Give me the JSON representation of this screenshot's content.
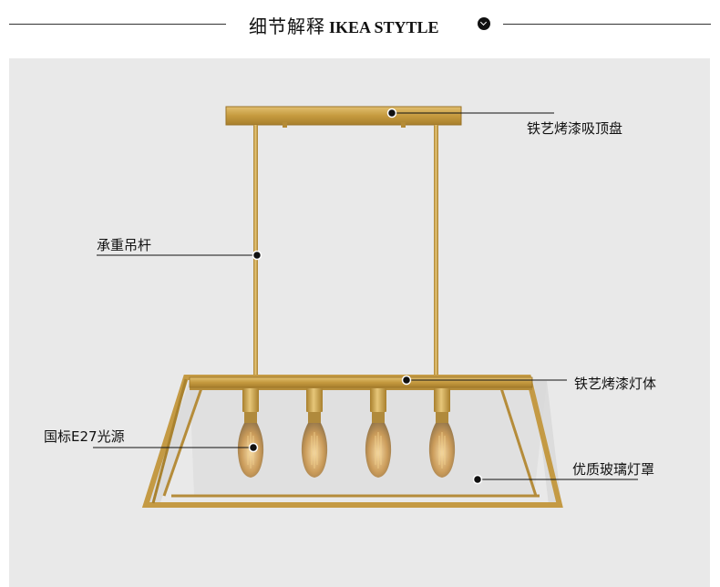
{
  "header": {
    "title_cn": "细节解释",
    "title_en": "IKEA STYTLE",
    "icon": "chevron-down-icon"
  },
  "callouts": {
    "canopy": "铁艺烤漆吸顶盘",
    "rod": "承重吊杆",
    "body": "铁艺烤漆灯体",
    "bulb": "国标E27光源",
    "glass": "优质玻璃灯罩"
  },
  "colors": {
    "brass": "#c9a24a",
    "panel": "#e9e9e9",
    "text": "#111111"
  }
}
